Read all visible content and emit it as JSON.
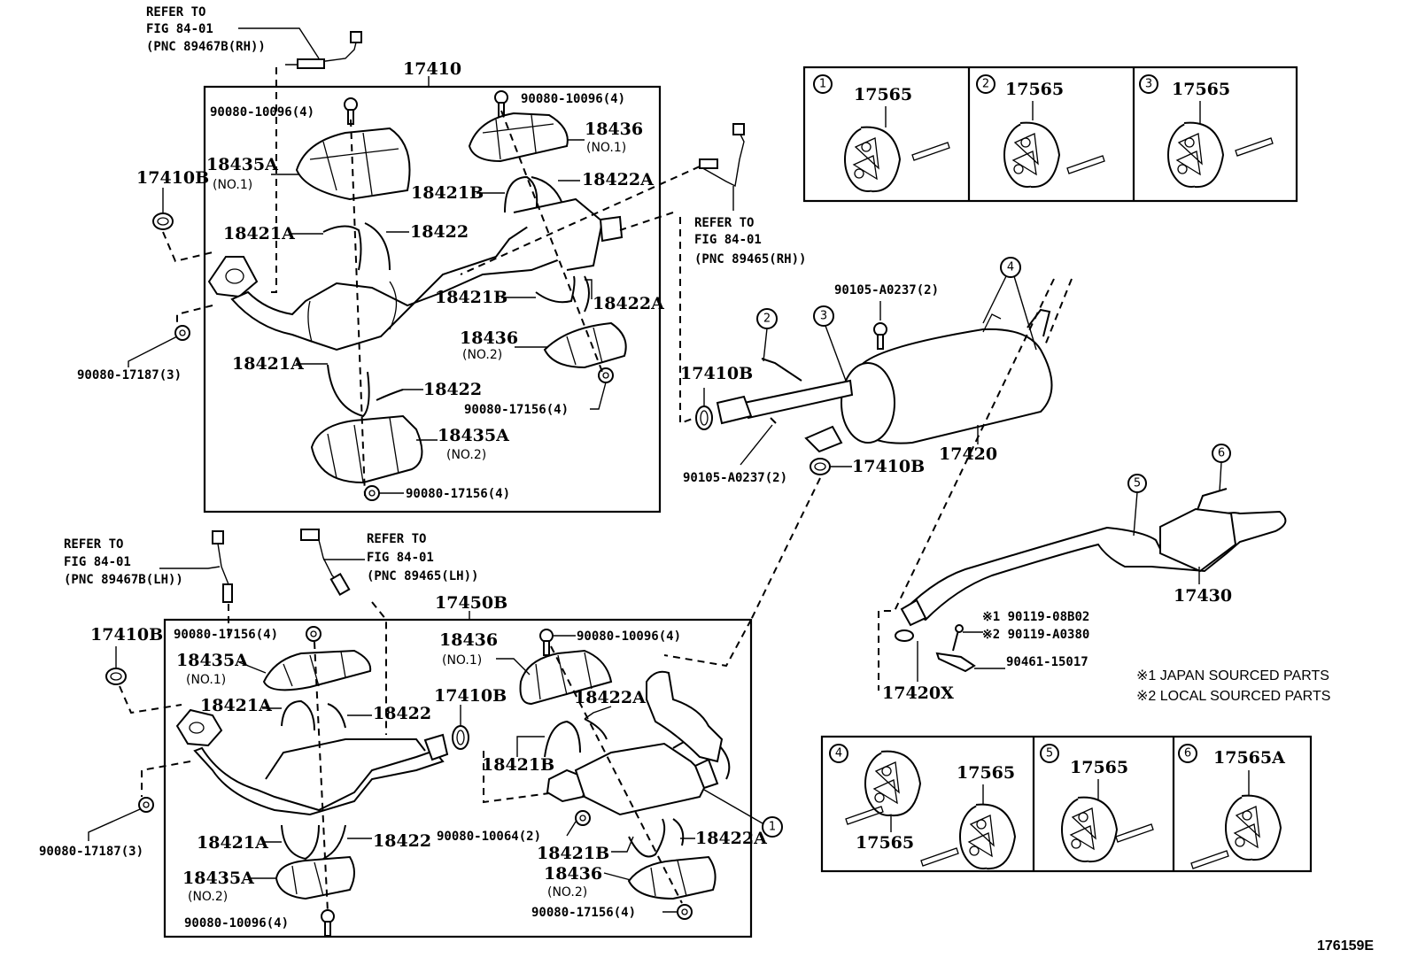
{
  "figure_id": "176159E",
  "notes": {
    "note1": "※1 JAPAN SOURCED PARTS",
    "note2": "※2 LOCAL SOURCED PARTS"
  },
  "references": {
    "ref_rh_b": {
      "line1": "REFER TO",
      "line2": "FIG 84-01",
      "line3": "(PNC 89467B(RH))"
    },
    "ref_rh": {
      "line1": "REFER TO",
      "line2": "FIG 84-01",
      "line3": "(PNC 89465(RH))"
    },
    "ref_lh_b": {
      "line1": "REFER TO",
      "line2": "FIG 84-01",
      "line3": "(PNC 89467B(LH))"
    },
    "ref_lh": {
      "line1": "REFER TO",
      "line2": "FIG 84-01",
      "line3": "(PNC 89465(LH))"
    }
  },
  "upper_assembly": {
    "title": "17410",
    "labels": {
      "bolt_top_left": "90080-10096(4)",
      "bolt_top_right": "90080-10096(4)",
      "shield_18435a_no1": "18435A",
      "shield_18435a_no1_sub": "(NO.1)",
      "shield_18436_no1": "18436",
      "shield_18436_no1_sub": "(NO.1)",
      "clamp_18421b_top": "18421B",
      "clamp_18422a_top": "18422A",
      "clamp_18421a_top": "18421A",
      "clamp_18422_top": "18422",
      "clamp_18421b_mid": "18421B",
      "clamp_18422a_mid": "18422A",
      "shield_18436_no2": "18436",
      "shield_18436_no2_sub": "(NO.2)",
      "nut_mid": "90080-17156(4)",
      "clamp_18421a_low": "18421A",
      "clamp_18422_low": "18422",
      "shield_18435a_no2": "18435A",
      "shield_18435a_no2_sub": "(NO.2)",
      "nut_bottom": "90080-17156(4)"
    }
  },
  "outside_upper": {
    "gasket_left": "17410B",
    "nut_left": "90080-17187(3)"
  },
  "center_assembly": {
    "bolt_top": "90105-A0237(2)",
    "gasket_left": "17410B",
    "bolt_bottom": "90105-A0237(2)",
    "gasket_bottom": "17410B",
    "muffler": "17420",
    "callouts": [
      "2",
      "3",
      "4"
    ]
  },
  "rear_assembly": {
    "tailpipe": "17430",
    "gasket": "17420X",
    "bolt_jp": "※1 90119-08B02",
    "bolt_local": "※2 90119-A0380",
    "spring": "90461-15017",
    "callouts": [
      "5",
      "6"
    ]
  },
  "lower_assembly": {
    "title": "17450B",
    "labels": {
      "nut_top_left": "90080-17156(4)",
      "shield_18435a_no1": "18435A",
      "shield_18435a_no1_sub": "(NO.1)",
      "clamp_18421a_top": "18421A",
      "clamp_18422_top": "18422",
      "shield_18436_no1": "18436",
      "shield_18436_no1_sub": "(NO.1)",
      "bolt_top_right": "90080-10096(4)",
      "gasket_mid": "17410B",
      "clamp_18422a_top": "18422A",
      "clamp_18421b_top": "18421B",
      "bolt_mid": "90080-10064(2)",
      "clamp_18421a_low": "18421A",
      "clamp_18422_low": "18422",
      "clamp_18421b_low": "18421B",
      "clamp_18422a_low": "18422A",
      "shield_18435a_no2": "18435A",
      "shield_18435a_no2_sub": "(NO.2)",
      "shield_18436_no2": "18436",
      "shield_18436_no2_sub": "(NO.2)",
      "bolt_bottom_left": "90080-10096(4)",
      "nut_bottom_right": "90080-17156(4)",
      "callout": "1"
    }
  },
  "outside_lower": {
    "gasket_left": "17410B",
    "nut_left": "90080-17187(3)"
  },
  "hanger_panels_top": [
    {
      "num": "1",
      "part": "17565"
    },
    {
      "num": "2",
      "part": "17565"
    },
    {
      "num": "3",
      "part": "17565"
    }
  ],
  "hanger_panels_bottom": [
    {
      "num": "4",
      "part_a": "17565",
      "part_b": "17565"
    },
    {
      "num": "5",
      "part": "17565"
    },
    {
      "num": "6",
      "part": "17565A"
    }
  ]
}
